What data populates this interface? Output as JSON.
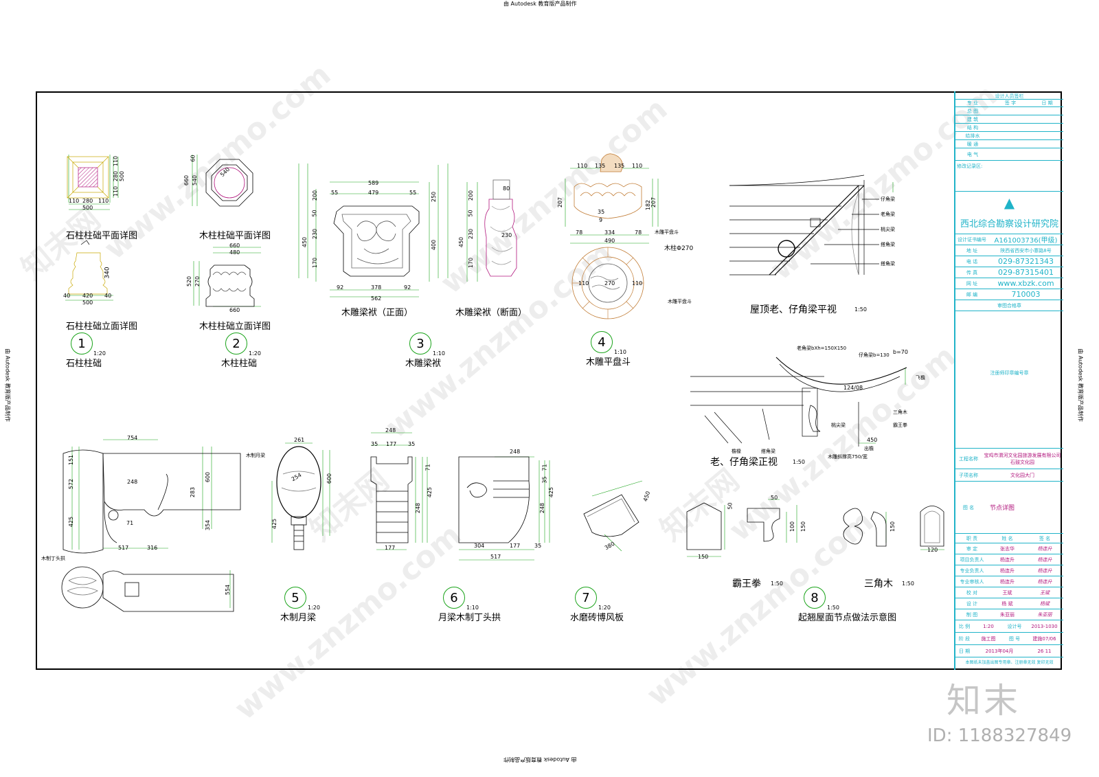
{
  "edge_note": "由 Autodesk 教育版产品制作",
  "parts": [
    {
      "no": "1",
      "scale": "1:20",
      "title": "石柱柱础",
      "sub": [
        "石柱柱础平面详图",
        "石柱柱础立面详图"
      ]
    },
    {
      "no": "2",
      "scale": "1:20",
      "title": "木柱柱础",
      "sub": [
        "木柱柱础平面详图",
        "木柱柱础立面详图"
      ]
    },
    {
      "no": "3",
      "scale": "1:10",
      "title": "木雕梁袱",
      "sub": [
        "木雕梁袱（正面）",
        "木雕梁袱（断面）"
      ]
    },
    {
      "no": "4",
      "scale": "1:10",
      "title": "木雕平盘斗",
      "sub": []
    },
    {
      "no": "5",
      "scale": "1:20",
      "title": "木制月梁",
      "sub": []
    },
    {
      "no": "6",
      "scale": "1:10",
      "title": "月梁木制丁头拱",
      "sub": []
    },
    {
      "no": "7",
      "scale": "1:20",
      "title": "水磨砖博风板",
      "sub": []
    },
    {
      "no": "8",
      "scale": "1:50",
      "title": "起翘屋面节点做法示意图",
      "sub": []
    }
  ],
  "views": {
    "roof_plan": {
      "title": "屋顶老、仔角梁平视",
      "scale": "1:50"
    },
    "roof_front": {
      "title": "老、仔角梁正视",
      "scale": "1:50"
    },
    "bawang": {
      "title": "霸王拳",
      "scale": "1:50"
    },
    "sanjiao": {
      "title": "三角木",
      "scale": "1:50"
    }
  },
  "annotations": {
    "a1": "木雕平盘斗",
    "a2": "木柱Φ270",
    "a3": "木雕平盘斗",
    "a4": "木制月梁",
    "a5": "木制丁头拱",
    "r1": "仔角梁",
    "r2": "老角梁",
    "r3": "桃尖梁",
    "r4": "搭角梁",
    "f1": "老角梁bXh=150X150",
    "f2": "仔角梁b=130",
    "f3": "b=70",
    "f4": "飞檐",
    "f5": "124/08",
    "f6": "三角木",
    "f7": "霸王拳",
    "f8": "桃尖梁",
    "f9": "檐椽",
    "f10": "搭角梁",
    "f11": "木雕斜撑高750/宽",
    "f12": "出檐",
    "f13": "450"
  },
  "dims": {
    "p1": [
      "110",
      "280",
      "110",
      "500",
      "110",
      "280",
      "110",
      "500"
    ],
    "p1e": [
      "340",
      "40",
      "420",
      "40",
      "500"
    ],
    "p2": [
      "660",
      "540",
      "60",
      "540"
    ],
    "p2e": [
      "660",
      "480",
      "520",
      "270",
      "660"
    ],
    "p3": [
      "589",
      "479",
      "55",
      "55",
      "200",
      "50",
      "230",
      "170",
      "450",
      "92",
      "378",
      "92",
      "562",
      "250",
      "400",
      "200",
      "50",
      "230",
      "170",
      "450",
      "80",
      "230"
    ],
    "p4": [
      "110",
      "135",
      "135",
      "110",
      "207",
      "182",
      "207",
      "78",
      "334",
      "78",
      "490",
      "110",
      "270",
      "110",
      "9",
      "35"
    ],
    "p5": [
      "754",
      "151",
      "572",
      "248",
      "600",
      "283",
      "425",
      "354",
      "517",
      "316",
      "261",
      "254",
      "600",
      "425",
      "554",
      "71"
    ],
    "p6": [
      "248",
      "35",
      "177",
      "35",
      "71",
      "425",
      "248",
      "177",
      "248",
      "71",
      "35",
      "425",
      "248",
      "304",
      "177",
      "35",
      "517"
    ],
    "p7": [
      "450",
      "380"
    ],
    "p8": [
      "50",
      "150",
      "120",
      "100",
      "150",
      "50",
      "150",
      "120"
    ]
  },
  "title_block": {
    "header": "设计人员签栏",
    "cols": [
      "专 业",
      "签 字",
      "日 期"
    ],
    "rows": [
      "总 图",
      "建 筑",
      "结 构",
      "给排水",
      "暖 通",
      "电 气"
    ],
    "record": "修改记录区:",
    "org": "西北综合勘察设计研究院",
    "info": [
      {
        "k": "设计证书编号",
        "v": "A161003736(甲级)"
      },
      {
        "k": "地 址",
        "v": "陕西省西安市小寨路8号"
      },
      {
        "k": "电 话",
        "v": "029-87321343"
      },
      {
        "k": "传 真",
        "v": "029-87315401"
      },
      {
        "k": "网 址",
        "v": "www.xbzk.com"
      },
      {
        "k": "邮 编",
        "v": "710003"
      }
    ],
    "stamp1": "审图合格章",
    "stamp2": "注册师印章编号章",
    "project_k": "工程名称",
    "project_v": "宝鸡市渭河文化园旅游发展有限公司 石鼓文化园",
    "sub_k": "子项名称",
    "sub_v": "文化园大门",
    "drawing_k": "图 名",
    "drawing_v": "节点详图",
    "roles_header": [
      "职 责",
      "姓 名",
      "签 名"
    ],
    "roles": [
      {
        "r": "审 定",
        "n": "张志华",
        "s": "杨连升"
      },
      {
        "r": "项目负责人",
        "n": "杨连升",
        "s": "杨连升"
      },
      {
        "r": "专业负责人",
        "n": "杨连升",
        "s": "杨连升"
      },
      {
        "r": "专业审核人",
        "n": "杨连升",
        "s": "杨连升"
      },
      {
        "r": "校 对",
        "n": "王斌",
        "s": "王斌"
      },
      {
        "r": "设 计",
        "n": "杨 斌",
        "s": "杨斌"
      },
      {
        "r": "制 图",
        "n": "朱亚丽",
        "s": "朱亚丽"
      }
    ],
    "meta": [
      {
        "k": "比 例",
        "v": "1:20",
        "k2": "设计号",
        "v2": "2013-1030"
      },
      {
        "k": "阶 段",
        "v": "施工图",
        "k2": "图 号",
        "v2": "建施07/06"
      },
      {
        "k": "日 期",
        "v": "2013年04月",
        "k2": "",
        "v2": "26 11"
      }
    ],
    "footer": "本图纸未加盖出图专用章、注册章无效  复印无效"
  },
  "watermark": "www.znzmo.com",
  "watermark2": "知末网",
  "brand": "知末",
  "id": "ID: 1188327849"
}
